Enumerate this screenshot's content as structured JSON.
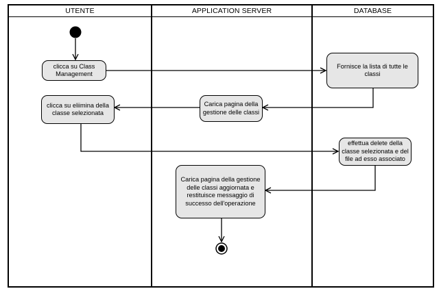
{
  "swimlanes": [
    {
      "id": "utente",
      "label": "UTENTE"
    },
    {
      "id": "app",
      "label": "APPLICATION SERVER"
    },
    {
      "id": "db",
      "label": "DATABASE"
    }
  ],
  "nodes": {
    "n1": "clicca su Class\nManagement",
    "n2": "Fornisce la lista di tutte le\nclassi",
    "n3": "Carica pagina della\ngestione delle classi",
    "n4": "clicca su eliimina della\nclasse selezionata",
    "n5": "effettua delete della\nclasse selezionata e del\nfile ad esso associato",
    "n6": "Carica pagina della gestione\ndelle classi aggiornata e\nrestituisce messaggio di\nsuccesso dell'operazione"
  },
  "colors": {
    "node_fill": "#e6e6e6",
    "stroke": "#000000"
  }
}
